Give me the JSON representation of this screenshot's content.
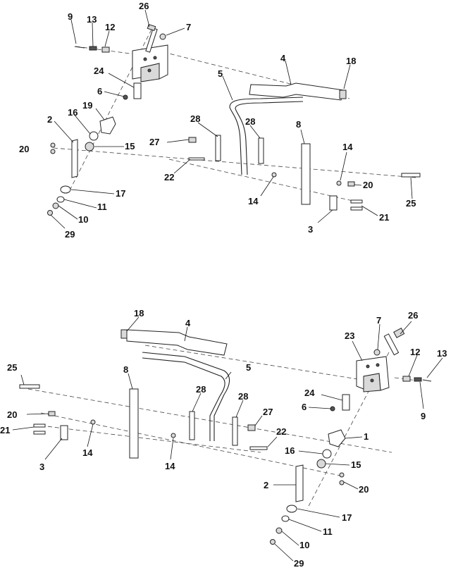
{
  "top_assembly": {
    "callouts": [
      "9",
      "13",
      "12",
      "26",
      "7",
      "24",
      "6",
      "19",
      "16",
      "2",
      "20",
      "15",
      "17",
      "11",
      "10",
      "29",
      "5",
      "4",
      "18",
      "28",
      "28",
      "27",
      "22",
      "8",
      "14",
      "14",
      "20",
      "25",
      "21",
      "3"
    ]
  },
  "bottom_assembly": {
    "callouts": [
      "18",
      "4",
      "25",
      "8",
      "28",
      "28",
      "27",
      "22",
      "20",
      "21",
      "3",
      "14",
      "14",
      "5",
      "23",
      "7",
      "26",
      "12",
      "13",
      "9",
      "24",
      "6",
      "1",
      "16",
      "15",
      "2",
      "20",
      "17",
      "11",
      "10",
      "29"
    ]
  }
}
